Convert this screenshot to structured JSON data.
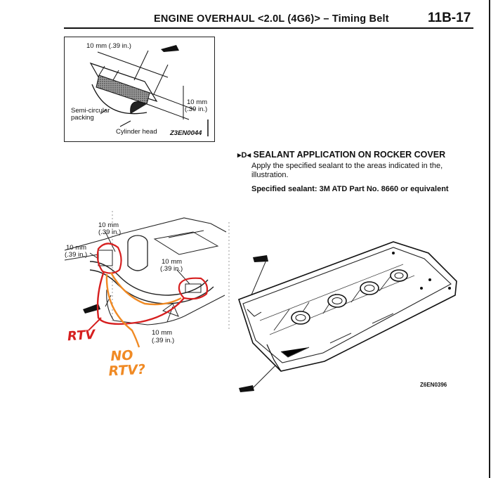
{
  "header": {
    "title": "ENGINE OVERHAUL <2.0L (4G6)> – Timing Belt",
    "page_number": "11B-17"
  },
  "figure_packing": {
    "dim_top": "10 mm (.39 in.)",
    "dim_right_line1": "10 mm",
    "dim_right_line2": "(.39 in.)",
    "label_packing_line1": "Semi-circular",
    "label_packing_line2": "packing",
    "label_head": "Cylinder head",
    "code": "Z3EN0044"
  },
  "section": {
    "marker": "▸D◂",
    "title": "SEALANT APPLICATION ON ROCKER COVER",
    "body": "Apply the specified sealant to the areas indicated in the, illustration.",
    "spec": "Specified sealant: 3M ATD Part No. 8660 or equivalent"
  },
  "figure_cover": {
    "dim_a_line1": "10 mm",
    "dim_a_line2": "(.39 in.)",
    "dim_b_line1": "10 mm",
    "dim_b_line2": "(.39 in.)",
    "dim_c_line1": "10 mm",
    "dim_c_line2": "(.39 in.)",
    "dim_d_line1": "10 mm",
    "dim_d_line2": "(.39 in.)",
    "code": "Z6EN0396"
  },
  "annotations": {
    "rtv": "RTV",
    "no_rtv_line1": "NO",
    "no_rtv_line2": "RTV?",
    "rtv_color": "#d61f1f",
    "no_rtv_color": "#f08a24"
  }
}
